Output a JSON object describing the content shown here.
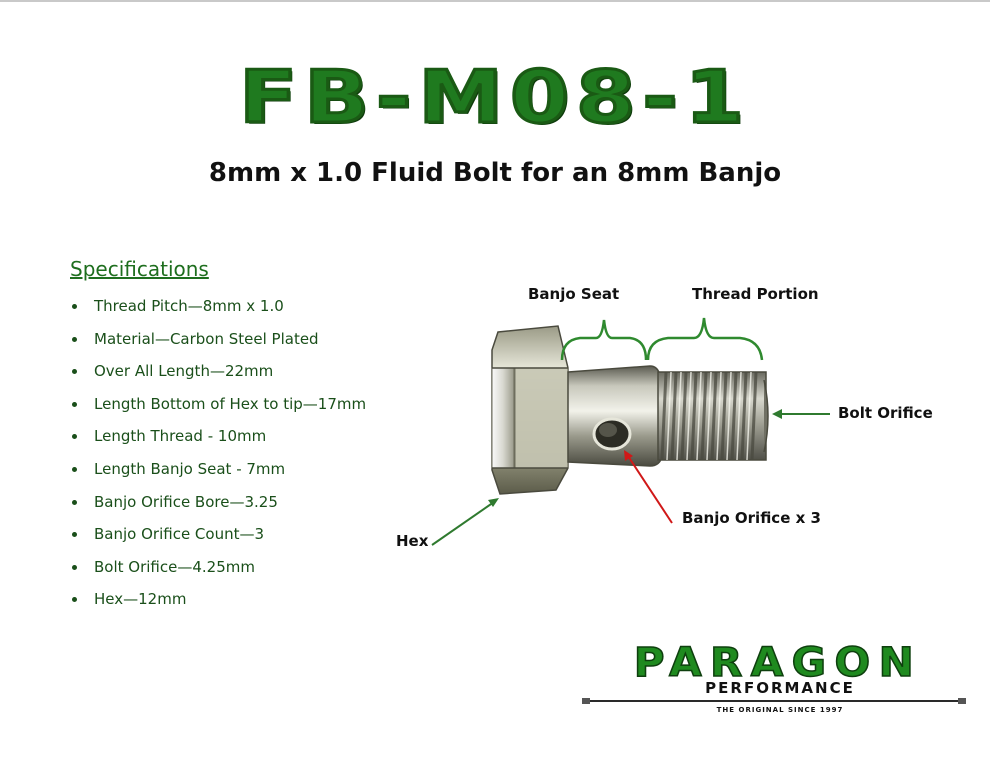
{
  "header": {
    "title": "FB-M08-1",
    "subtitle": "8mm x 1.0 Fluid Bolt for an 8mm Banjo"
  },
  "specifications": {
    "heading": "Specifications",
    "items": [
      "Thread Pitch—8mm x 1.0",
      "Material—Carbon Steel Plated",
      "Over All Length—22mm",
      "Length Bottom of Hex to tip—17mm",
      "Length Thread - 10mm",
      "Length Banjo Seat - 7mm",
      "Banjo Orifice Bore—3.25",
      "Banjo Orifice Count—3",
      "Bolt Orifice—4.25mm",
      "Hex—12mm"
    ]
  },
  "diagram": {
    "banjo_seat_label": "Banjo Seat",
    "thread_portion_label": "Thread Portion",
    "bolt_orifice_label": "Bolt Orifice",
    "banjo_orifice_label": "Banjo Orifice x 3",
    "hex_label": "Hex"
  },
  "logo": {
    "brand": "PARAGON",
    "sub": "PERFORMANCE",
    "tagline": "THE ORIGINAL SINCE 1997"
  },
  "colors": {
    "title_green": "#1f7a1f",
    "spec_text": "#1a4f1a",
    "bracket_green": "#2f8a2f",
    "arrow_green": "#2f7a2f",
    "arrow_red": "#d01818"
  }
}
